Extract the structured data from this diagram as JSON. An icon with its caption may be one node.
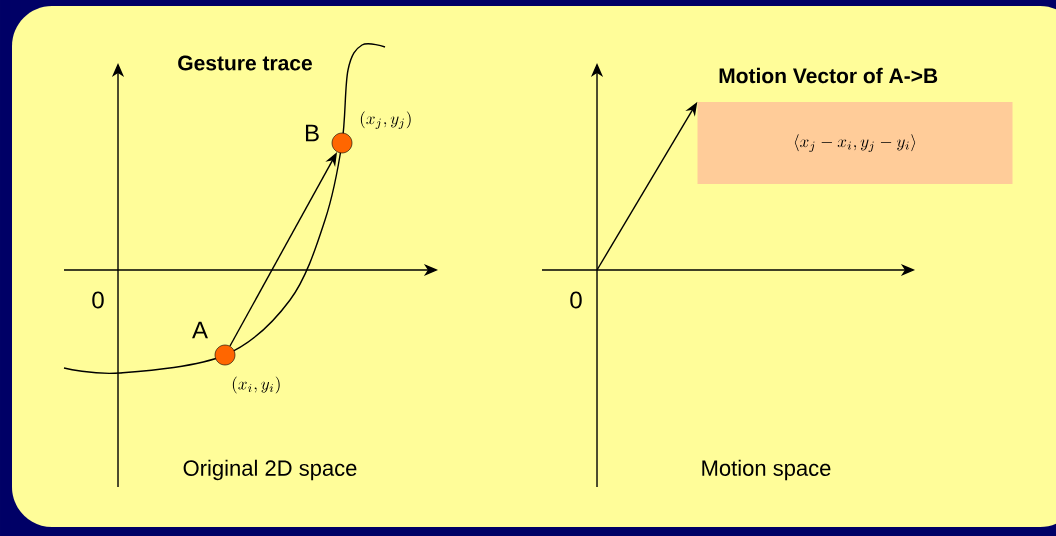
{
  "diagram": {
    "nodes": [
      {
        "text": [],
        "shape": "circle",
        "beside": [
          "A",
          "\\left(x_{i},y_{i}\\right)"
        ]
      },
      {
        "text": [],
        "shape": "circle",
        "beside": [
          "B",
          "\\left(x_{j},y_{j}\\right)"
        ]
      },
      {
        "text": [
          "Motion Vector of A->B",
          "\\left\\langle x_{j}-x_{i},y_{j}-y_{i}\\right\\rangle"
        ]
      }
    ],
    "edges": [
      {
        "from": 0,
        "to": 1,
        "arrow": "to"
      },
      {
        "from": null,
        "to": 2,
        "arrow": "to"
      }
    ],
    "labels": [
      "Gesture trace",
      "0",
      "Original 2D space",
      "0",
      "Motion space"
    ]
  }
}
